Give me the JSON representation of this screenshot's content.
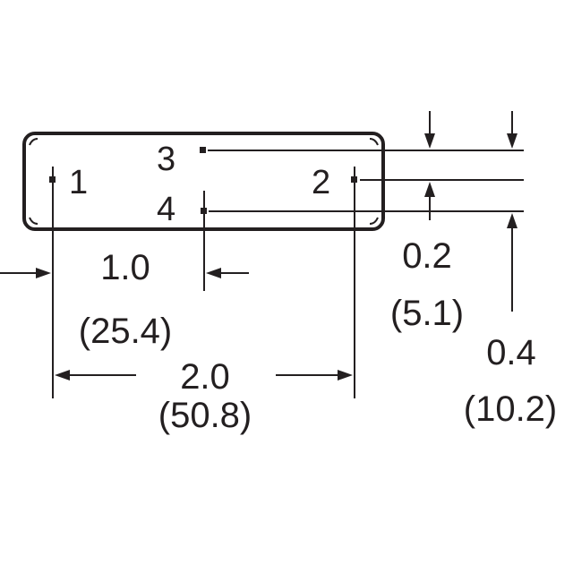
{
  "pins": {
    "pin1": "1",
    "pin2": "2",
    "pin3": "3",
    "pin4": "4"
  },
  "dimensions": {
    "pitch_in": "1.0",
    "pitch_mm": "(25.4)",
    "span_in": "2.0",
    "span_mm": "(50.8)",
    "row_offset_in": "0.2",
    "row_offset_mm": "(5.1)",
    "row_span_in": "0.4",
    "row_span_mm": "(10.2)"
  },
  "colors": {
    "ink": "#231f20",
    "background": "#ffffff"
  }
}
